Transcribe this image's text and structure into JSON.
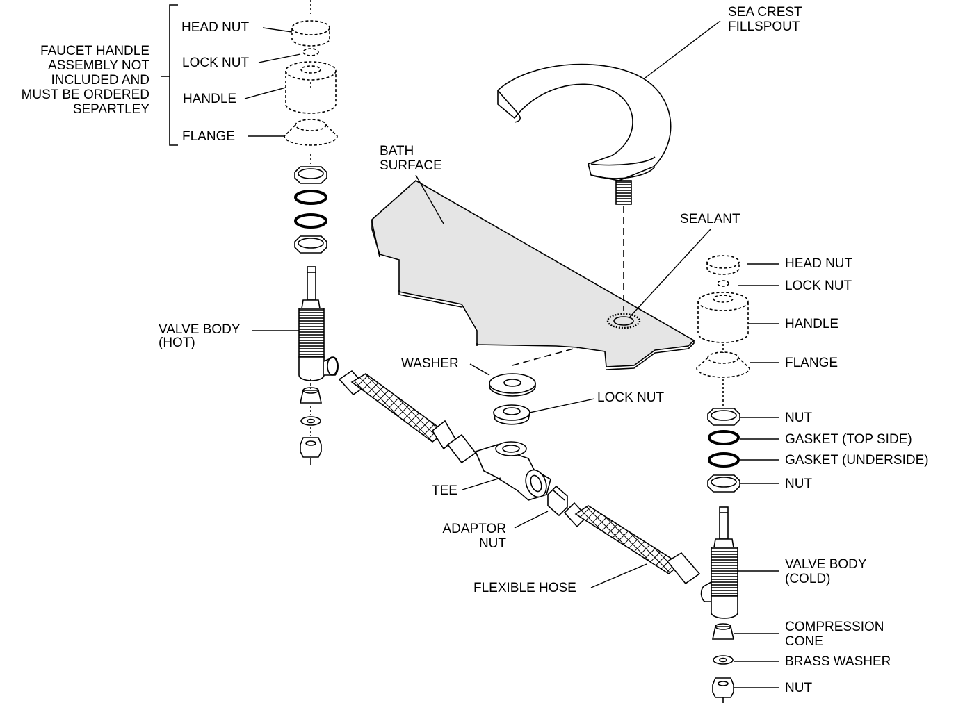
{
  "labels": {
    "head_nut_left": "HEAD NUT",
    "lock_nut_left": "LOCK NUT",
    "handle_left": "HANDLE",
    "flange_left": "FLANGE",
    "faucet_note": "FAUCET HANDLE\nASSEMBLY NOT\nINCLUDED AND\nMUST BE ORDERED\nSEPARTLEY",
    "valve_body_hot": "VALVE BODY\n(HOT)",
    "washer": "WASHER",
    "lock_nut_center": "LOCK NUT",
    "tee": "TEE",
    "adaptor_nut": "ADAPTOR\nNUT",
    "flexible_hose": "FLEXIBLE HOSE",
    "bath_surface": "BATH\nSURFACE",
    "sea_crest": "SEA CREST\nFILLSPOUT",
    "sealant": "SEALANT",
    "head_nut_right": "HEAD NUT",
    "lock_nut_right": "LOCK NUT",
    "handle_right": "HANDLE",
    "flange_right": "FLANGE",
    "nut_1": "NUT",
    "gasket_top": "GASKET (TOP SIDE)",
    "gasket_under": "GASKET (UNDERSIDE)",
    "nut_2": "NUT",
    "valve_body_cold": "VALVE BODY\n(COLD)",
    "compression_cone": "COMPRESSION\nCONE",
    "brass_washer": "BRASS WASHER",
    "nut_3": "NUT"
  },
  "colors": {
    "ink": "#000000",
    "surface_fill": "#e5e5e5"
  }
}
